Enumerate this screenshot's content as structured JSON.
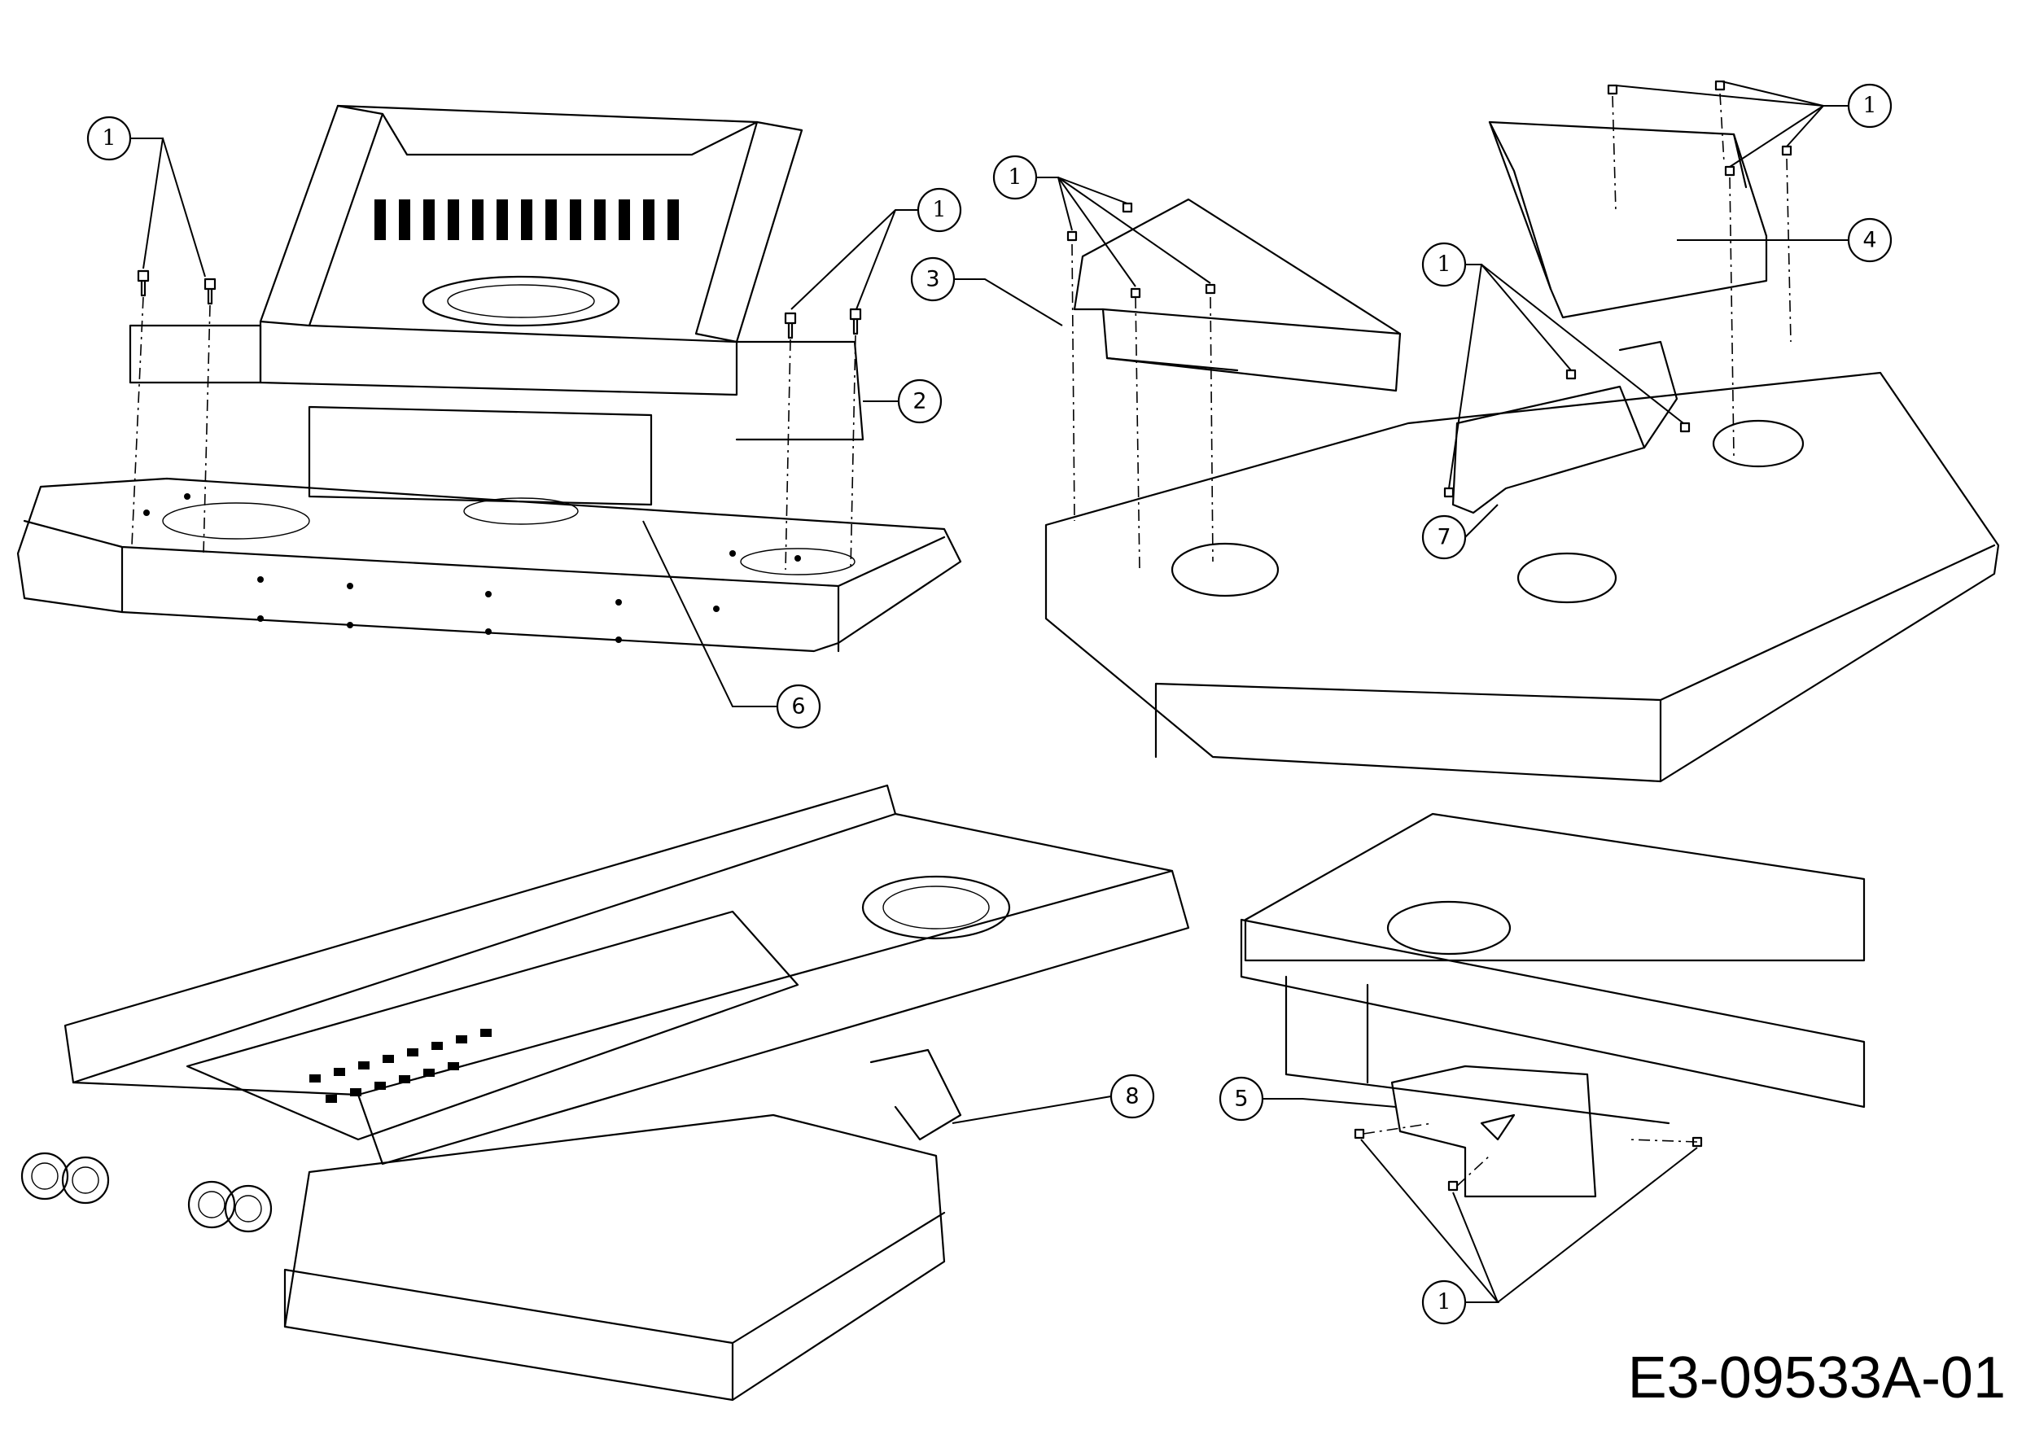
{
  "diagram": {
    "type": "exploded parts diagram",
    "drawing_number": "E3-09533A-01",
    "views": [
      {
        "name": "top-left",
        "description": "Seat/deck frame assembly over mower deck"
      },
      {
        "name": "top-right",
        "description": "Mower deck with discharge shields"
      },
      {
        "name": "bottom-left",
        "description": "Chassis frame over mower deck"
      },
      {
        "name": "bottom-right",
        "description": "Frame rear with bracket"
      }
    ],
    "callouts": [
      {
        "id": "c1a",
        "label": "1"
      },
      {
        "id": "c1b",
        "label": "1"
      },
      {
        "id": "c2",
        "label": "2"
      },
      {
        "id": "c6",
        "label": "6"
      },
      {
        "id": "c1c",
        "label": "1"
      },
      {
        "id": "c3",
        "label": "3"
      },
      {
        "id": "c1d",
        "label": "1"
      },
      {
        "id": "c4",
        "label": "4"
      },
      {
        "id": "c1e",
        "label": "1"
      },
      {
        "id": "c7",
        "label": "7"
      },
      {
        "id": "c8",
        "label": "8"
      },
      {
        "id": "c5",
        "label": "5"
      },
      {
        "id": "c1f",
        "label": "1"
      }
    ]
  }
}
